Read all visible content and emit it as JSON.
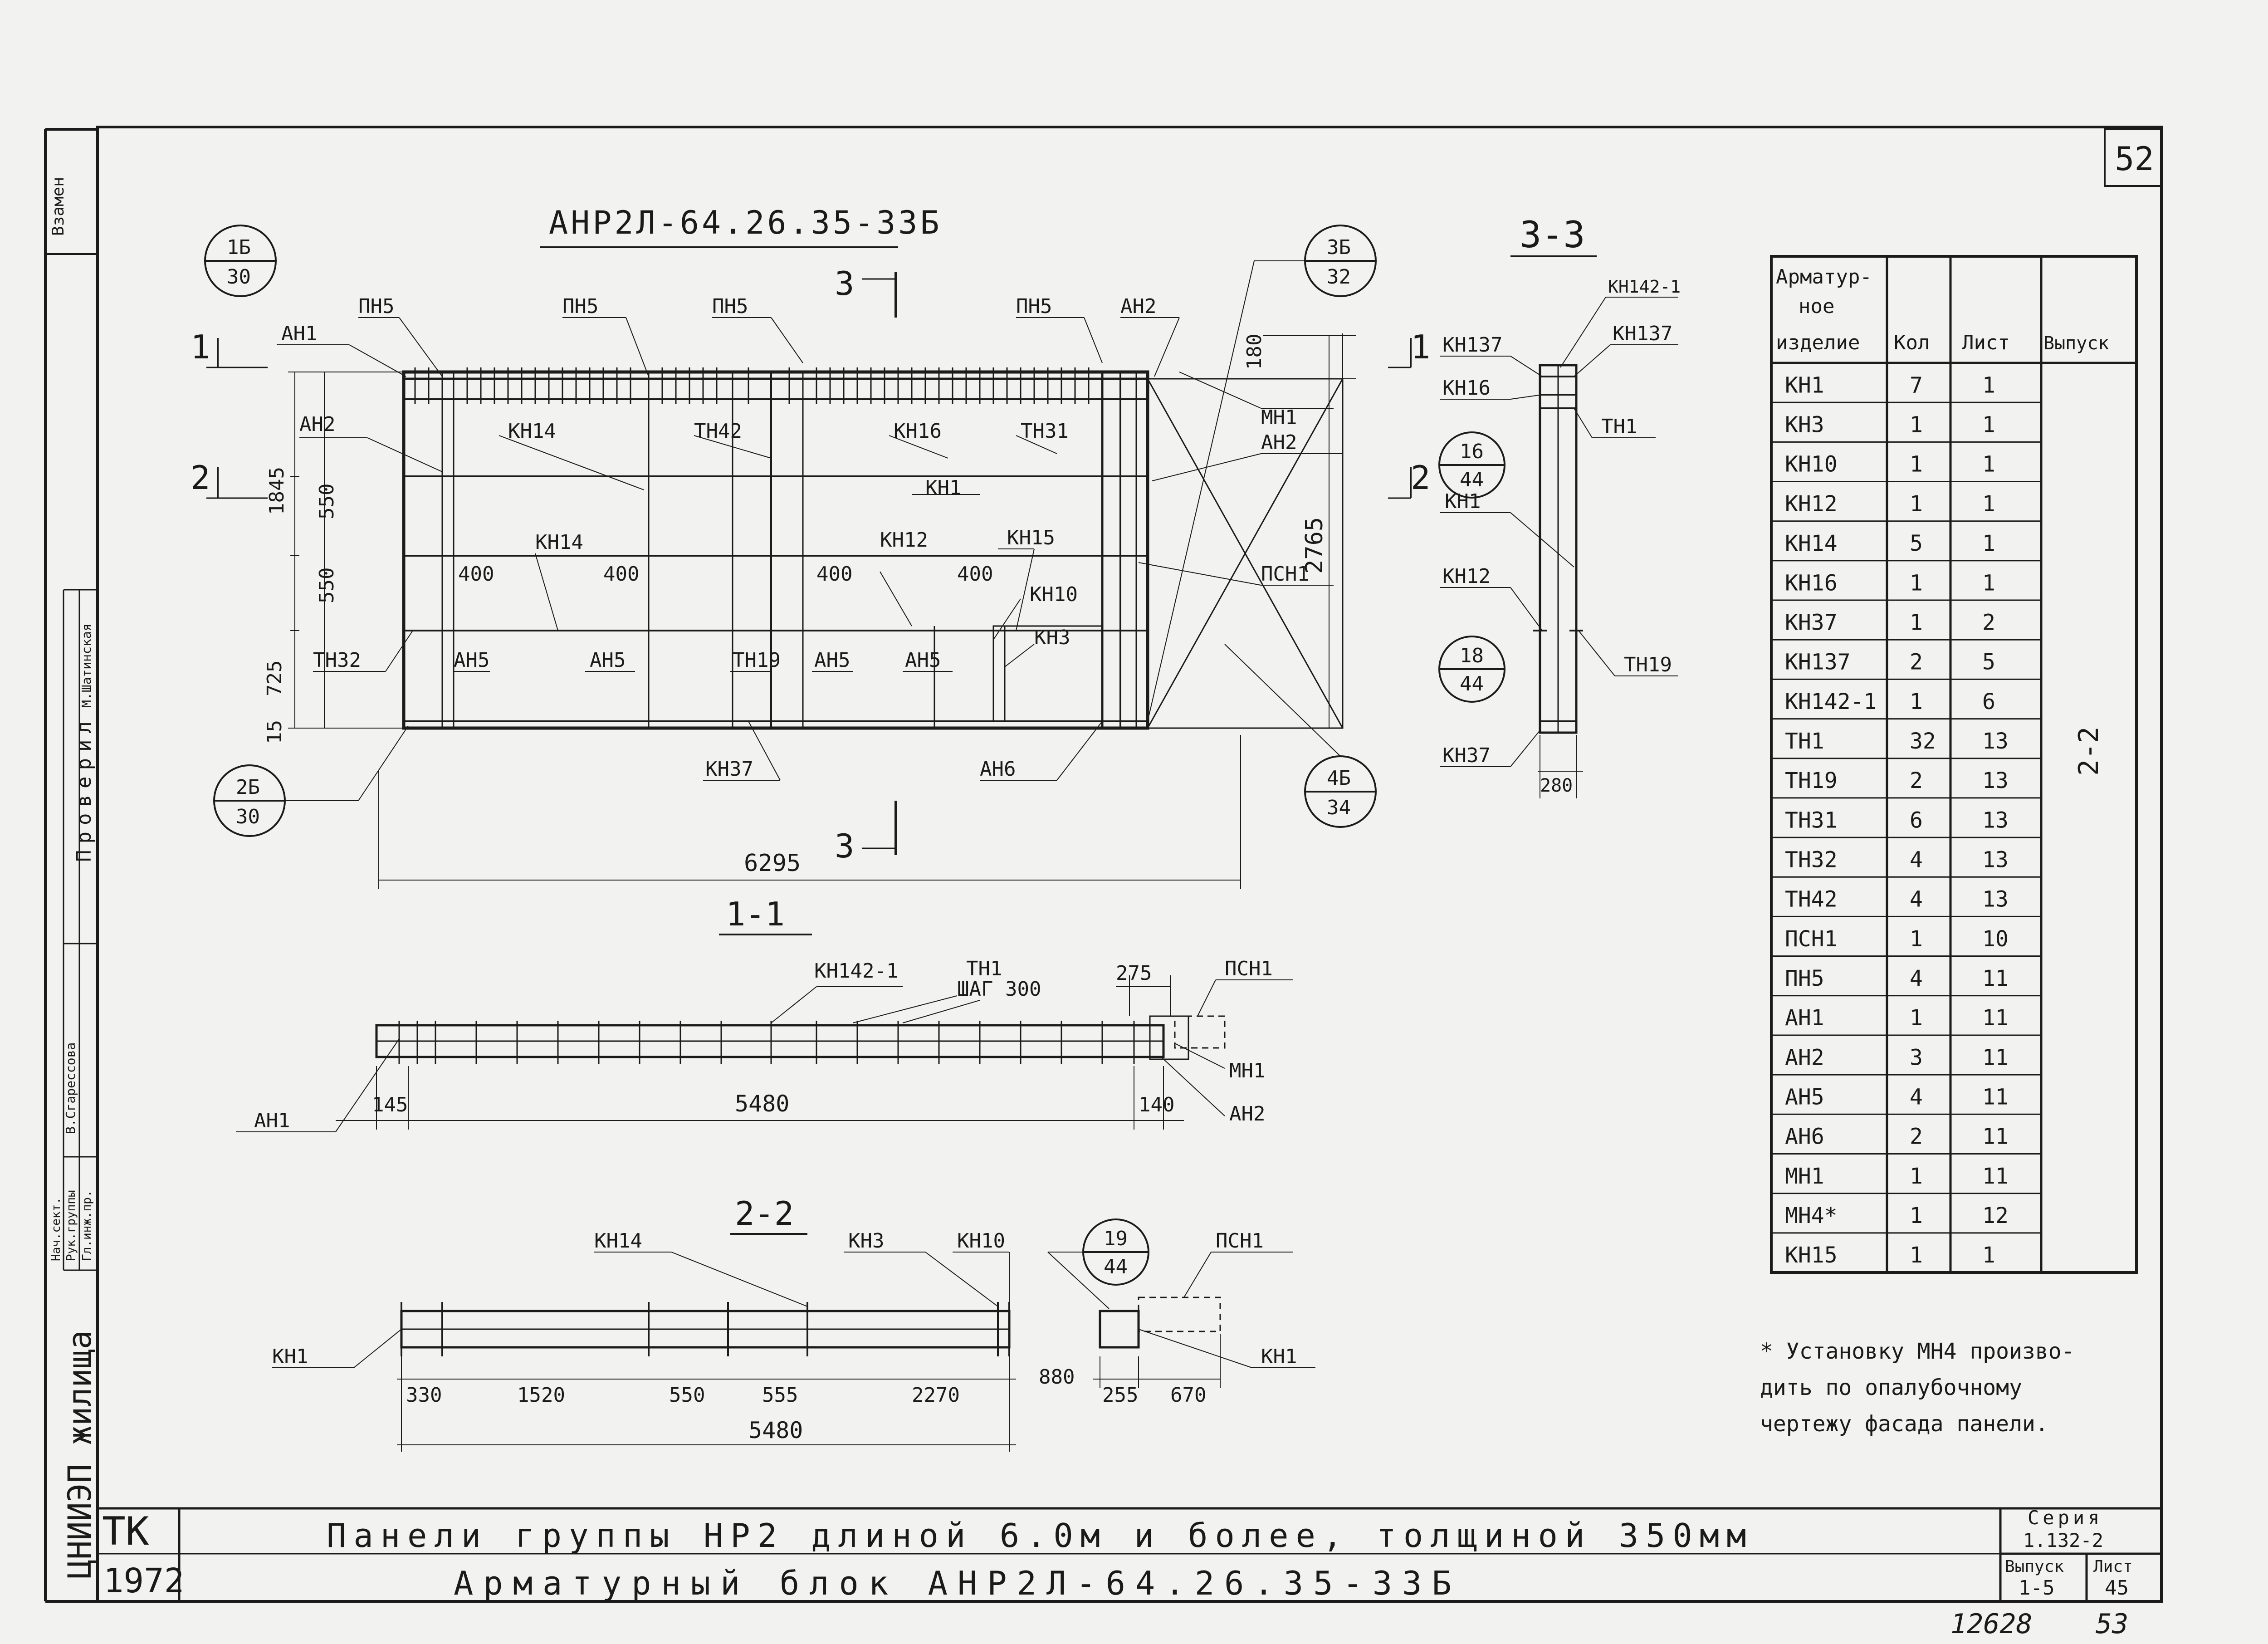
{
  "sheet": {
    "page_number": "52",
    "drawing_title": "АНР2Л-64.26.35-33Б",
    "sheet_bottom_note": "12628",
    "sheet_bottom_note2": "53"
  },
  "callouts": {
    "c1": [
      "1Б",
      "30"
    ],
    "c2": [
      "2Б",
      "30"
    ],
    "c3": [
      "3Б",
      "32"
    ],
    "c4": [
      "4Б",
      "34"
    ],
    "c5": [
      "16",
      "44"
    ],
    "c6": [
      "18",
      "44"
    ],
    "c7": [
      "19",
      "44"
    ]
  },
  "main_view": {
    "labels": {
      "ah1": "АН1",
      "pn5a": "ПН5",
      "pn5b": "ПН5",
      "pn5c": "ПН5",
      "pn5d": "ПН5",
      "ah2a": "АН2",
      "ah2top": "АН2",
      "ah2r": "АН2",
      "kn14a": "КН14",
      "th42": "ТН42",
      "kn16": "КН16",
      "th31": "ТН31",
      "mh1": "МН1",
      "kn1": "КН1",
      "kn12": "КН12",
      "kn15": "КН15",
      "kn14b": "КН14",
      "pch1": "ПСН1",
      "kn10": "КН10",
      "kn3": "КН3",
      "th32": "ТН32",
      "ah5a": "АН5",
      "ah5b": "АН5",
      "th19": "ТН19",
      "ah5c": "АН5",
      "ah5d": "АН5",
      "kn37": "КН37",
      "ah6": "АН6"
    },
    "dims": {
      "d1845": "1845",
      "d550a": "550",
      "d550b": "550",
      "d725": "725",
      "d15": "15",
      "d400a": "400",
      "d400b": "400",
      "d400c": "400",
      "d400d": "400",
      "d180": "180",
      "d2765": "2765",
      "d6295": "6295"
    },
    "section_marks": {
      "s1": "1",
      "s2": "2",
      "s3": "3"
    }
  },
  "section_1_1": {
    "title": "1-1",
    "labels": {
      "kn142": "КН142-1",
      "th1": "ТН1",
      "step": "ШАГ 300",
      "pch1": "ПСН1",
      "mh1": "МН1",
      "ah1": "АН1",
      "ah2": "АН2"
    },
    "dims": {
      "d275": "275",
      "d145": "145",
      "d5480": "5480",
      "d140": "140"
    }
  },
  "section_2_2": {
    "title": "2-2",
    "labels": {
      "kn14": "КН14",
      "kn3": "КН3",
      "kn10": "КН10",
      "pch1": "ПСН1",
      "kn1a": "КН1",
      "kn1b": "КН1"
    },
    "dims": {
      "d330": "330",
      "d1520": "1520",
      "d550": "550",
      "d555": "555",
      "d2270": "2270",
      "d880": "880",
      "d255": "255",
      "d670": "670",
      "d5480": "5480"
    }
  },
  "section_3_3": {
    "title": "3-3",
    "labels": {
      "kn142": "КН142-1",
      "kn137a": "КН137",
      "kn137b": "КН137",
      "kn16": "КН16",
      "th1": "ТН1",
      "kn1": "КН1",
      "kn12": "КН12",
      "th19": "ТН19",
      "kn37": "КН37"
    },
    "dims": {
      "d280": "280"
    }
  },
  "spec_table": {
    "headers": [
      "Арматур-\nное\nизделие",
      "Кол",
      "Лист",
      "Выпуск"
    ],
    "rows": [
      [
        "КН1",
        "7",
        "1"
      ],
      [
        "КН3",
        "1",
        "1"
      ],
      [
        "КН10",
        "1",
        "1"
      ],
      [
        "КН12",
        "1",
        "1"
      ],
      [
        "КН14",
        "5",
        "1"
      ],
      [
        "КН16",
        "1",
        "1"
      ],
      [
        "КН37",
        "1",
        "2"
      ],
      [
        "КН137",
        "2",
        "5"
      ],
      [
        "КН142-1",
        "1",
        "6"
      ],
      [
        "ТН1",
        "32",
        "13"
      ],
      [
        "ТН19",
        "2",
        "13"
      ],
      [
        "ТН31",
        "6",
        "13"
      ],
      [
        "ТН32",
        "4",
        "13"
      ],
      [
        "ТН42",
        "4",
        "13"
      ],
      [
        "ПСН1",
        "1",
        "10"
      ],
      [
        "ПН5",
        "4",
        "11"
      ],
      [
        "АН1",
        "1",
        "11"
      ],
      [
        "АН2",
        "3",
        "11"
      ],
      [
        "АН5",
        "4",
        "11"
      ],
      [
        "АН6",
        "2",
        "11"
      ],
      [
        "МН1",
        "1",
        "11"
      ],
      [
        "МН4*",
        "1",
        "12"
      ],
      [
        "КН15",
        "1",
        "1"
      ]
    ],
    "vypusk_value": "2-2"
  },
  "note": {
    "line1": "* Установку МН4 произво-",
    "line2": "дить по опалубочному",
    "line3": "чертежу фасада панели."
  },
  "title_block": {
    "org_code": "ТК",
    "year": "1972",
    "line1": "Панели группы НР2 длиной 6.0м и более, толщиной 350мм",
    "line2": "Арматурный блок АНР2Л-64.26.35-33Б",
    "seria_label": "Серия",
    "seria_value": "1.132-2",
    "vypusk_label": "Выпуск",
    "vypusk_value": "1-5",
    "list_label": "Лист",
    "list_value": "45"
  },
  "side_stamp": {
    "org": "ЦНИИЭП жилища",
    "vzamen": "Взамен",
    "role1": "Проверил",
    "name1": "М.Шатинская",
    "name2": "В.Сгарессова",
    "col1": "Гл.инж.пр.",
    "col2": "Рук.группы",
    "col3": "Нач.сект."
  }
}
